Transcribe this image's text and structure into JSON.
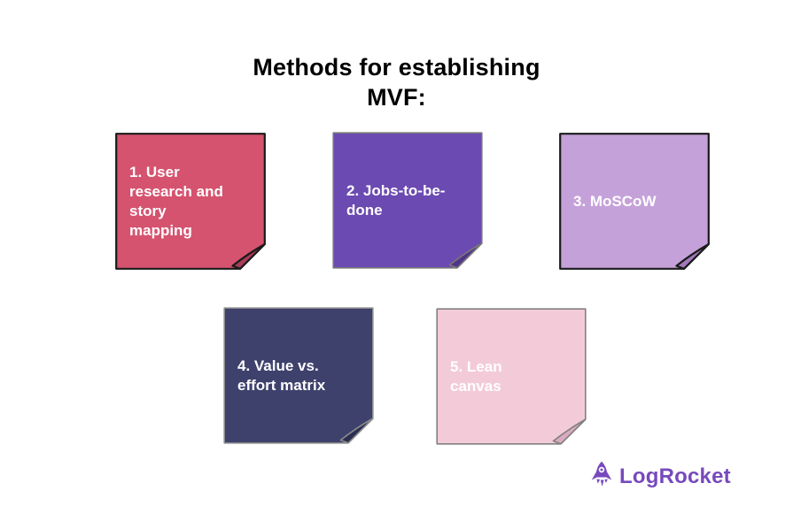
{
  "title": "Methods for establishing\nMVF:",
  "notes": [
    {
      "id": 1,
      "text": "1. User\nresearch and\nstory\nmapping",
      "bg": "#d5536f",
      "fold": "#aa3c58",
      "border": "#1a1a1a",
      "text_color": "#ffffff",
      "stroke_width": 2.2
    },
    {
      "id": 2,
      "text": "2. Jobs-to-be-\ndone",
      "bg": "#6b4ab1",
      "fold": "#4f3588",
      "border": "#777777",
      "text_color": "#ffffff",
      "stroke_width": 1.6
    },
    {
      "id": 3,
      "text": "3. MoSCoW",
      "bg": "#c5a1d9",
      "fold": "#a27abc",
      "border": "#1a1a1a",
      "text_color": "#ffffff",
      "stroke_width": 2.2
    },
    {
      "id": 4,
      "text": "4. Value vs.\neffort matrix",
      "bg": "#3f416d",
      "fold": "#2b2d51",
      "border": "#8a8a8a",
      "text_color": "#ffffff",
      "stroke_width": 1.6
    },
    {
      "id": 5,
      "text": "5. Lean\ncanvas",
      "bg": "#f3cbd8",
      "fold": "#dca9c0",
      "border": "#808080",
      "text_color": "#ffffff",
      "stroke_width": 1.6
    }
  ],
  "logo": {
    "icon": "rocket-icon",
    "text": "LogRocket",
    "color": "#764abc"
  }
}
